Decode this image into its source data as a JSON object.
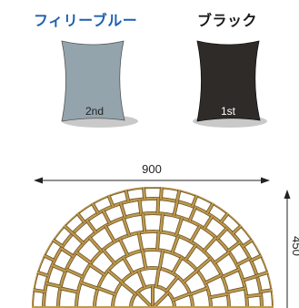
{
  "products": [
    {
      "name": "フィリーブルー",
      "rank": "2nd",
      "color": "#93a4ad",
      "title_color": "#1f5fae"
    },
    {
      "name": "ブラック",
      "rank": "1st",
      "color": "#2f2b29",
      "title_color": "#1a1a1a"
    }
  ],
  "dimensions": {
    "width_label": "900",
    "height_label": "450"
  },
  "pattern_color": "#c09a4e"
}
